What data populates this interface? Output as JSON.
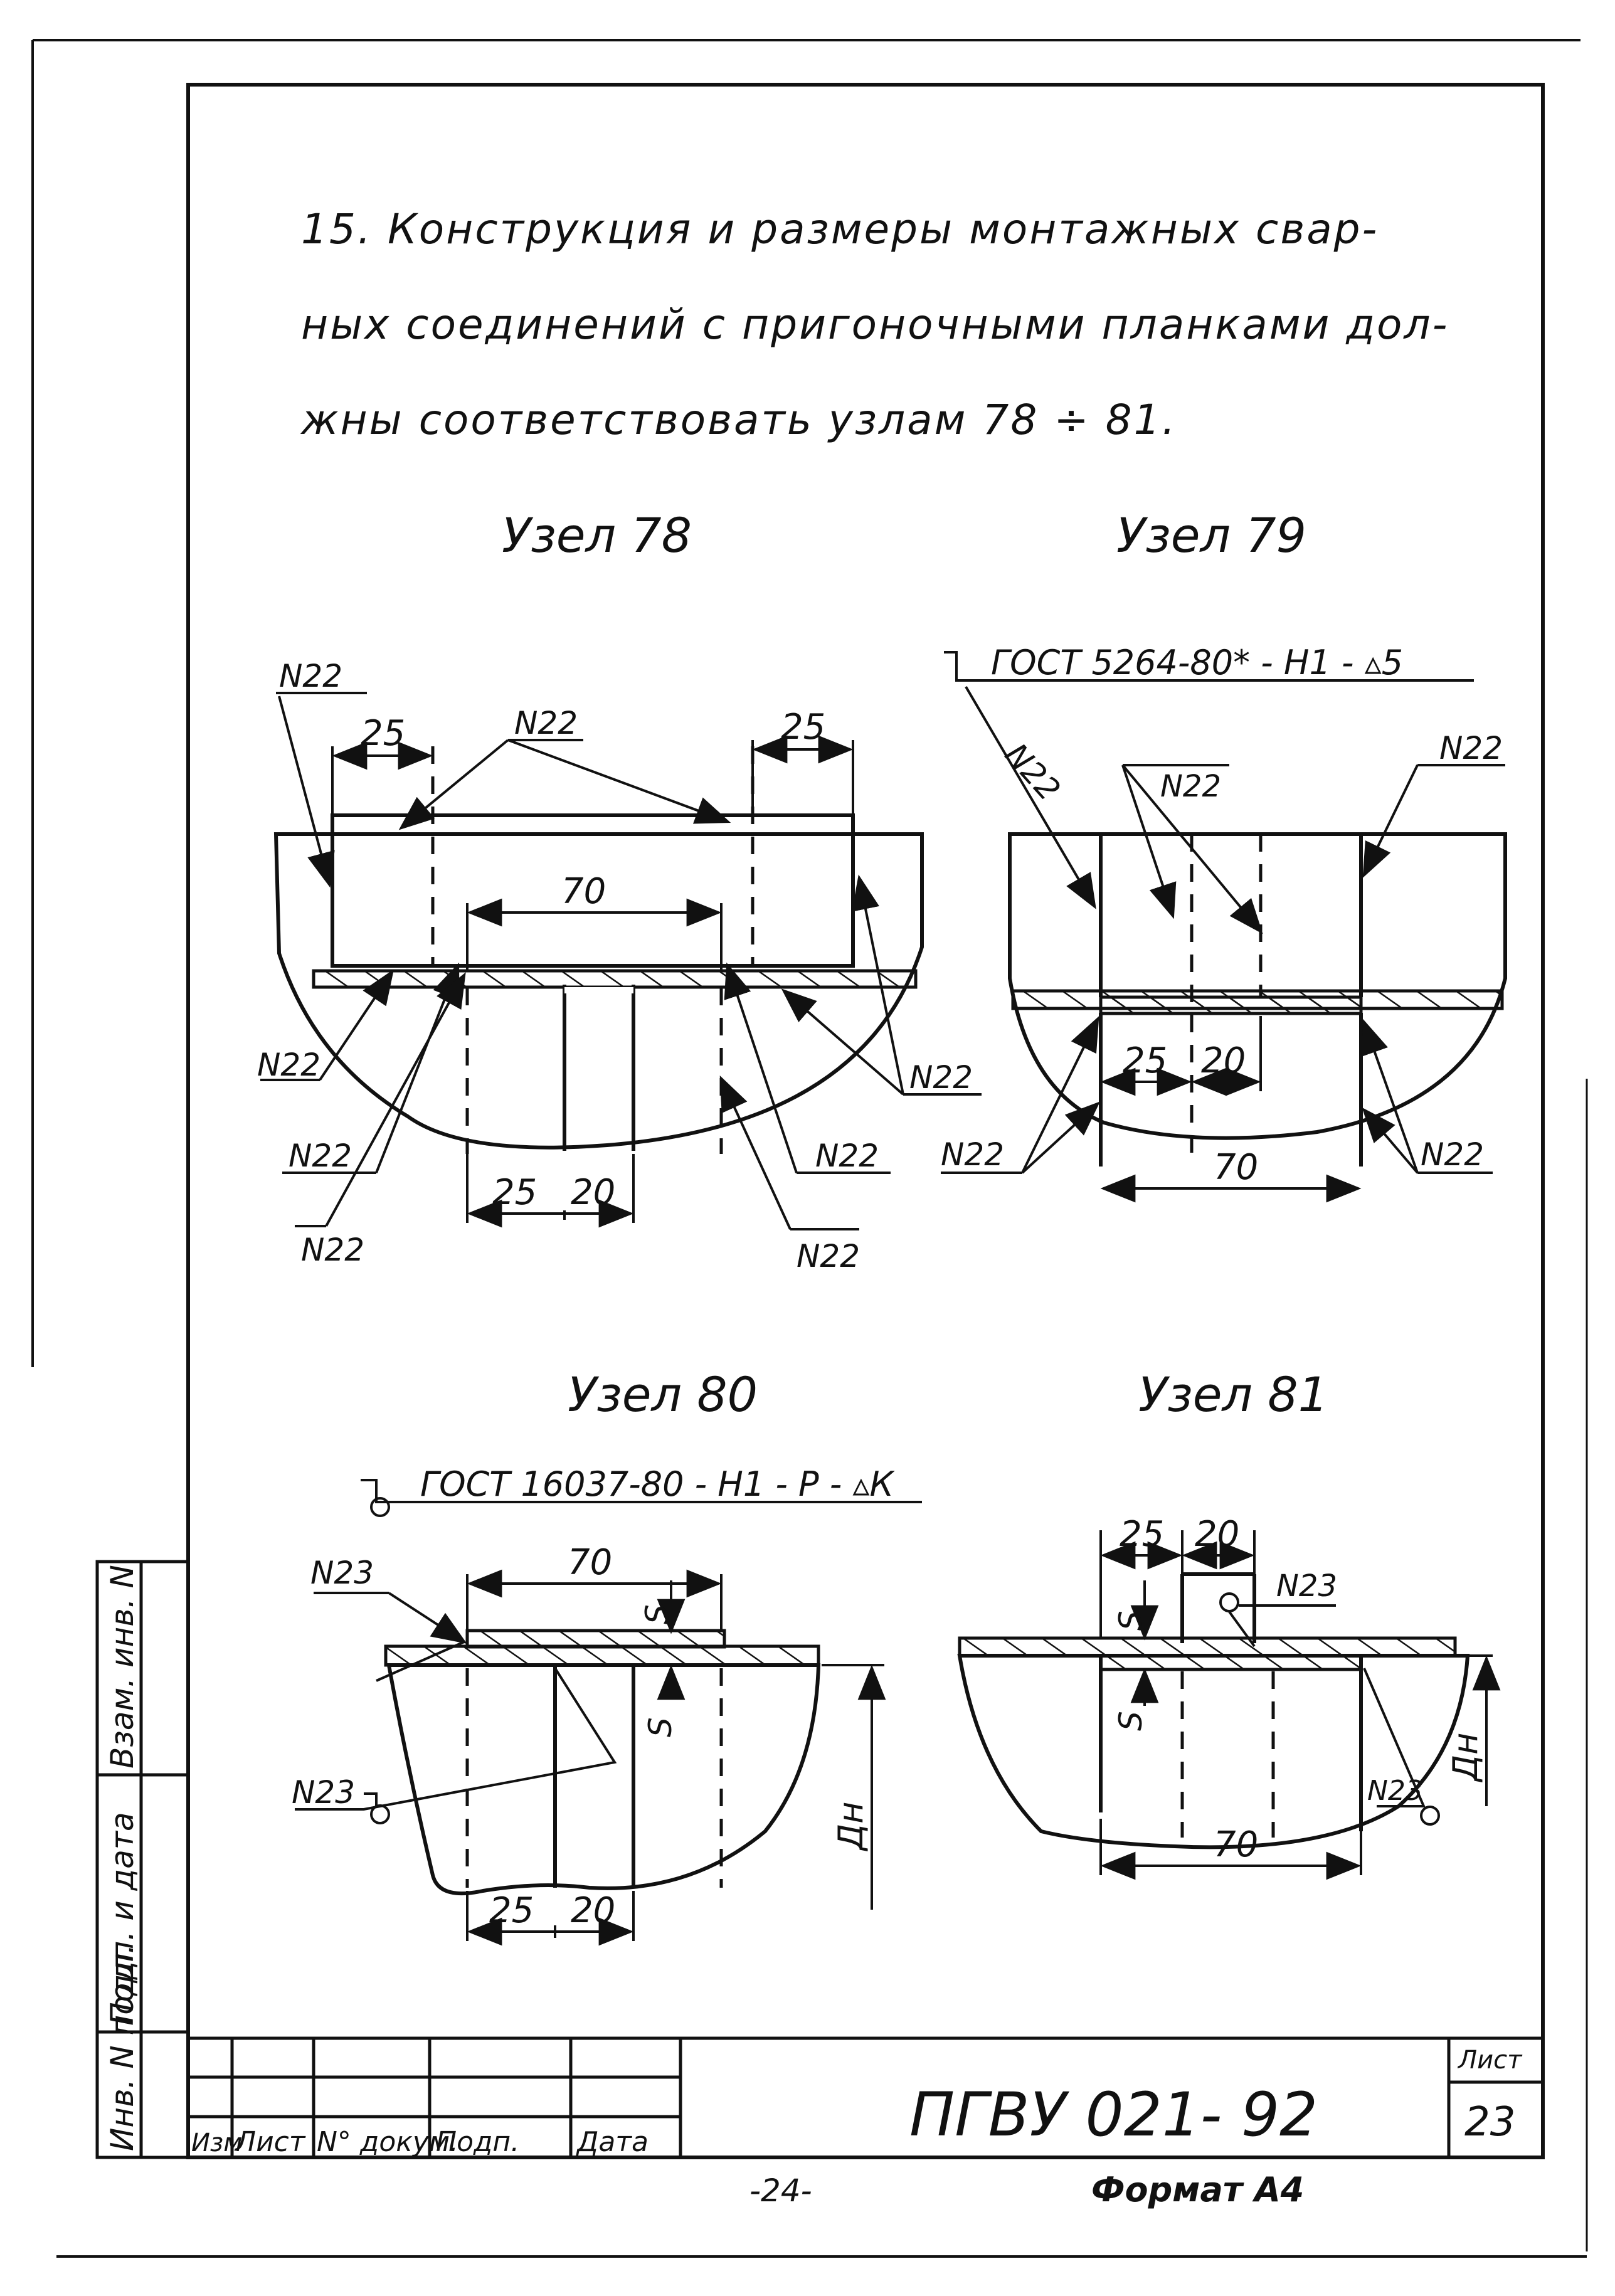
{
  "intro_lines": [
    "15. Конструкция и размеры монтажных свар-",
    "ных соединений  с пригоночными планками дол-",
    "жны  соответствовать узлам  78 ÷ 81."
  ],
  "nodes": {
    "n78": {
      "title": "Узел 78",
      "marks": [
        "N22",
        "N22",
        "N22",
        "N22",
        "N22",
        "N22",
        "N22",
        "N22"
      ],
      "dims": {
        "left_top": "25",
        "right_top": "25",
        "span": "70",
        "bottom_a": "25",
        "bottom_b": "20"
      }
    },
    "n79": {
      "title": "Узел 79",
      "spec": "ГОСТ 5264-80* - Н1 - ▵5",
      "marks": [
        "N22",
        "N22",
        "N22",
        "N22",
        "N22"
      ],
      "dims": {
        "a": "25",
        "b": "20",
        "span": "70"
      }
    },
    "n80": {
      "title": "Узел 80",
      "spec": "ГОСТ 16037-80 - Н1 - Р - ▵К",
      "marks": [
        "N23",
        "N23"
      ],
      "dims": {
        "span": "70",
        "s1": "S",
        "s2": "S",
        "a": "25",
        "b": "20",
        "dh": "Дн"
      }
    },
    "n81": {
      "title": "Узел 81",
      "marks": [
        "N23",
        "N23"
      ],
      "dims": {
        "a": "25",
        "b": "20",
        "s1": "S",
        "s2": "S",
        "span": "70",
        "dh": "Дн"
      }
    }
  },
  "side_stamp": {
    "labels": [
      "Инв. N подл.",
      "Подп. и дата",
      "Взам. инв. N"
    ]
  },
  "title_block": {
    "columns": [
      "Изм",
      "Лист",
      "N° докум.",
      "Подп.",
      "Дата"
    ],
    "document_code": "ПГВУ 021- 92",
    "sheet_label": "Лист",
    "sheet_number": "23",
    "page_number": "-24-",
    "format": "Формат А4"
  }
}
